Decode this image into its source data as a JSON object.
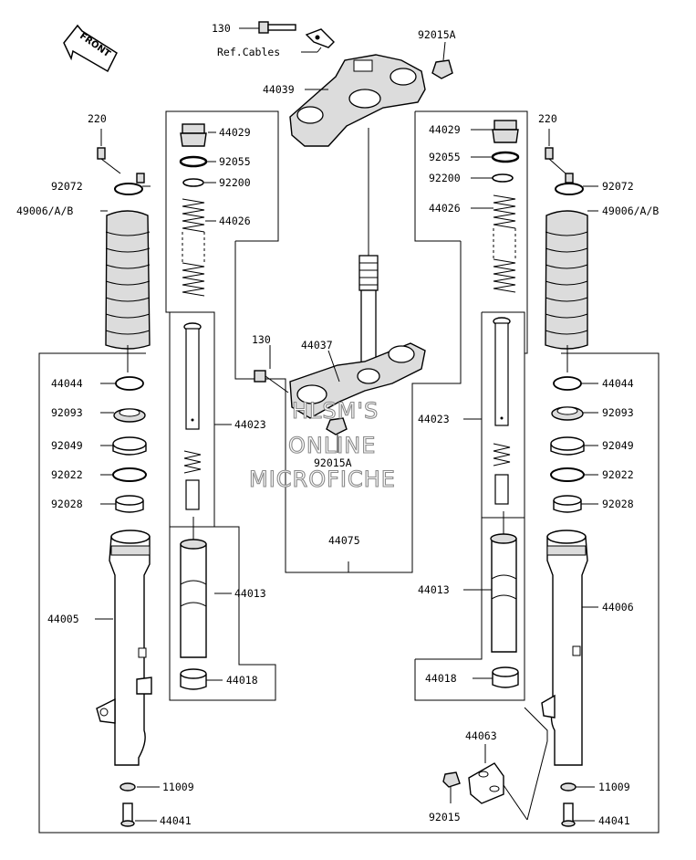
{
  "diagram": {
    "front_label": "FRONT",
    "watermark": [
      "HLSM'S",
      "ONLINE",
      "MICROFICHE"
    ],
    "callouts": {
      "top_bolt": "130",
      "ref_cables": "Ref.Cables",
      "top_nut": "92015A",
      "upper_bracket": "44039",
      "left_cap_bolt": "220",
      "left_clamp": "92072",
      "left_boot": "49006/A/B",
      "left_cap": "44029",
      "left_oring": "92055",
      "left_washer": "92200",
      "left_spring": "44026",
      "left_pipe": "44023",
      "left_circlip": "44044",
      "left_seal": "92093",
      "left_bushing1": "92049",
      "left_bushing2": "92022",
      "left_collar": "92028",
      "left_cylinder": "44013",
      "left_slide_bushing": "44018",
      "left_outer_tube": "44005",
      "left_gasket": "11009",
      "left_bottom_bolt": "44041",
      "stem_bolt": "130",
      "stem": "44037",
      "stem_nut": "92015A",
      "stem_assy": "44075",
      "right_cap": "44029",
      "right_oring": "92055",
      "right_washer": "92200",
      "right_spring": "44026",
      "right_cap_bolt": "220",
      "right_clamp": "92072",
      "right_boot": "49006/A/B",
      "right_pipe": "44023",
      "right_circlip": "44044",
      "right_seal": "92093",
      "right_bushing1": "92049",
      "right_bushing2": "92022",
      "right_collar": "92028",
      "right_cylinder": "44013",
      "right_outer_tube": "44006",
      "right_slide_bushing": "44018",
      "guide": "44063",
      "guide_nut": "92015",
      "right_gasket": "11009",
      "right_bottom_bolt": "44041"
    }
  }
}
